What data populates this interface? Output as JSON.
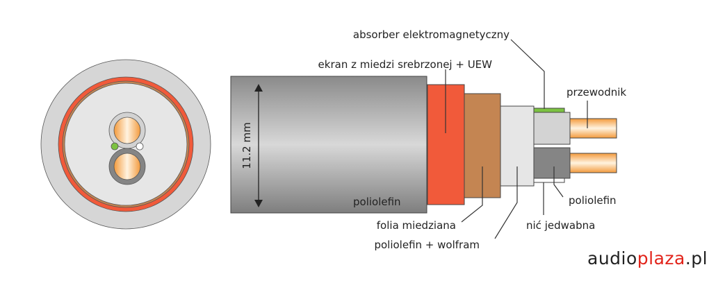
{
  "labels": {
    "absorber": "absorber elektromagnetyczny",
    "ekran": "ekran z miedzi srebrzonej + UEW",
    "przewodnik": "przewodnik",
    "poliolefin_inner": "poliolefin",
    "nic": "nić jedwabna",
    "poliolefin_wolfram": "poliolefin + wolfram",
    "folia": "folia miedziana",
    "poliolefin_jacket": "poliolefin",
    "diameter": "11.2 mm"
  },
  "logo": {
    "part1": "audio",
    "part2": "plaza",
    "part3": ".pl"
  },
  "colors": {
    "jacket": "#9a9a9a",
    "red": "#f15a3a",
    "brown": "#c48552",
    "light": "#e6e6e6",
    "green": "#7cc242",
    "copper": "#f5a04a",
    "darkgray": "#858585"
  }
}
